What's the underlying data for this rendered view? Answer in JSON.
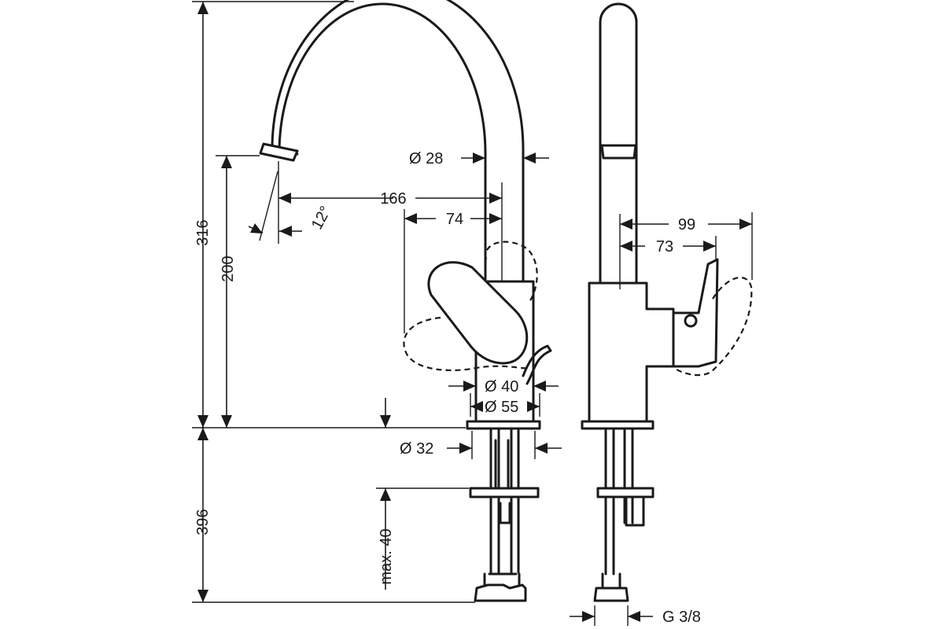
{
  "dimensions": {
    "total_height": "316",
    "spout_height": "200",
    "below_counter": "396",
    "max_thickness": "max. 40",
    "angle": "12°",
    "reach": "166",
    "handle_offset": "74",
    "spout_diameter": "Ø 28",
    "body_diameter": "Ø 40",
    "base_diameter": "Ø 55",
    "hole_diameter": "Ø 32",
    "side_depth": "99",
    "side_handle": "73",
    "connection": "G 3/8"
  }
}
